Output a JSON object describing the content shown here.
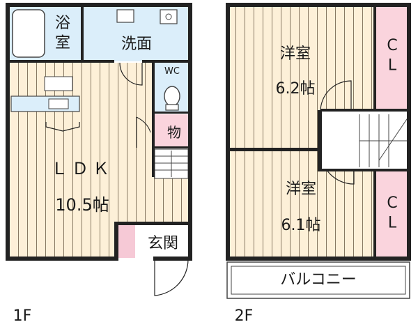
{
  "floor1": {
    "label": "1F",
    "rooms": {
      "bath": "浴\n室",
      "washroom": "洗面",
      "wc": "WC",
      "storage": "物",
      "ldk_name": "ＬＤＫ",
      "ldk_size": "10.5帖",
      "entrance": "玄関"
    }
  },
  "floor2": {
    "label": "2F",
    "rooms": {
      "western_upper_name": "洋室",
      "western_upper_size": "6.2帖",
      "western_lower_name": "洋室",
      "western_lower_size": "6.1帖",
      "closet_upper": "C\nL",
      "closet_lower": "C\nL",
      "balcony": "バルコニー"
    }
  },
  "colors": {
    "floorboard": "#fdf0d8",
    "wet_area": "#dbeefa",
    "closet": "#fad4dd",
    "entrance_accent": "#f6c9d6",
    "wall": "#222222"
  }
}
